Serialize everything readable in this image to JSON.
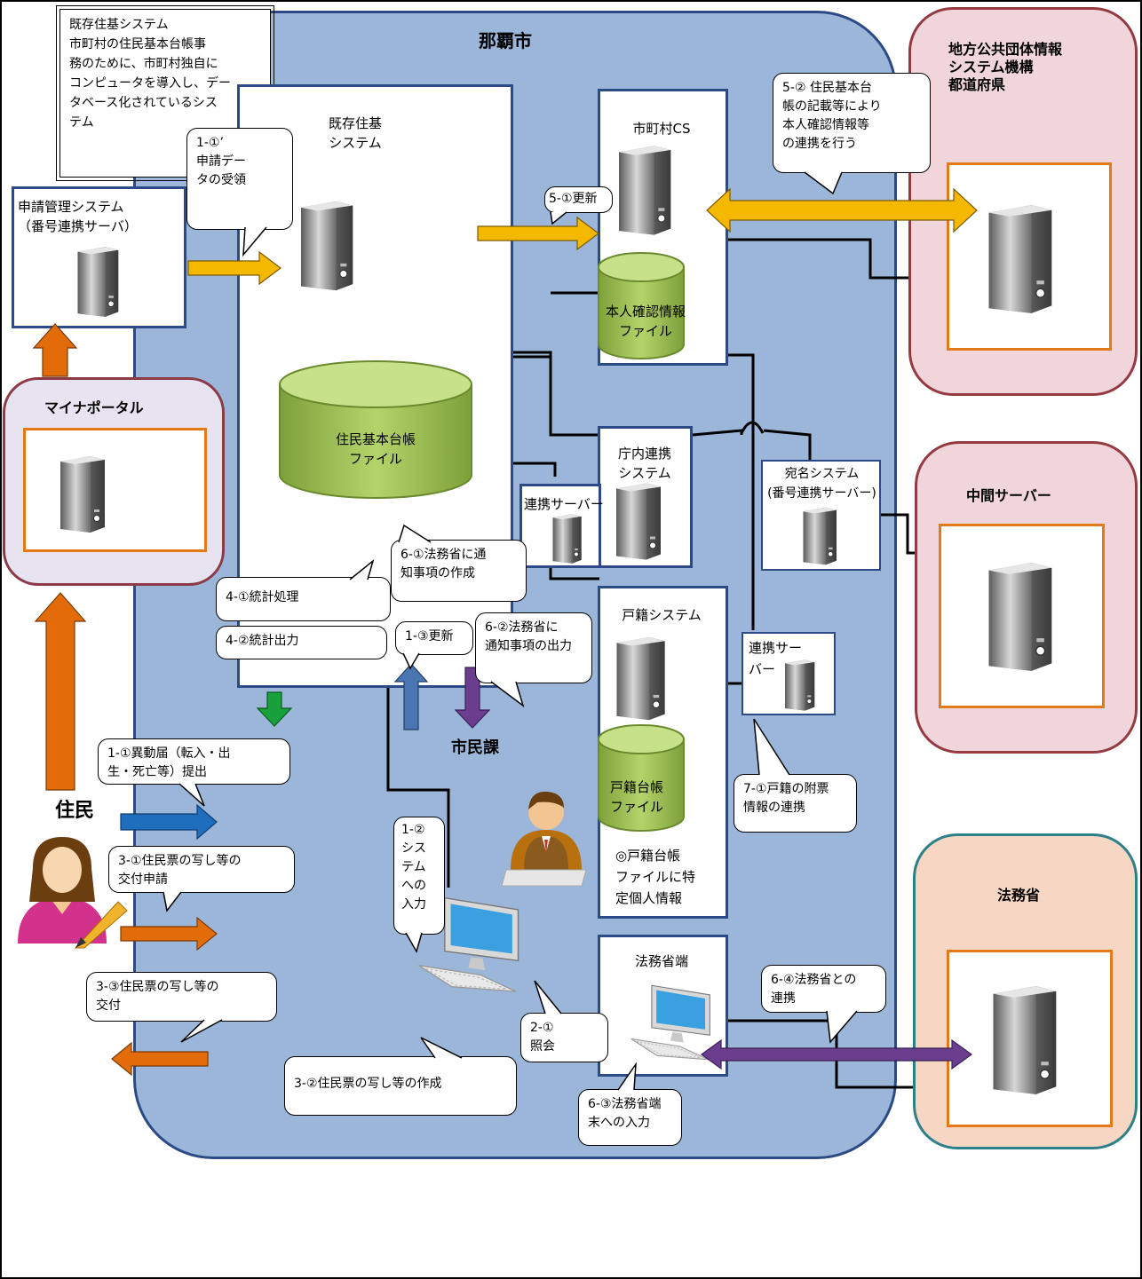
{
  "city_title": "那覇市",
  "existing_system_note": [
    "既存住基システム",
    "市町村の住民基本台帳事",
    "務のために、市町村独自に",
    "コンピュータを導入し、デー",
    "タベース化されているシス",
    "テム"
  ],
  "existing_system_box": [
    "既存住基",
    "システム"
  ],
  "jumin_file": [
    "住民基本台帳",
    "ファイル"
  ],
  "app_mgmt": [
    "申請管理システム",
    "（番号連携サーバ）"
  ],
  "mynaportal": "マイナポータル",
  "cs": "市町村CS",
  "identity_file": [
    "本人確認情報",
    "ファイル"
  ],
  "chonai": [
    "庁内連携",
    "システム"
  ],
  "renkei_server_1": "連携サーバー",
  "atena": [
    "宛名システム",
    "(番号連携サーバー)"
  ],
  "koseki_system": "戸籍システム",
  "koseki_file": [
    "戸籍台帳",
    "ファイル"
  ],
  "koseki_note": [
    "◎戸籍台帳",
    "ファイルに特",
    "定個人情報"
  ],
  "renkei_server_2": [
    "連携サー",
    "バー"
  ],
  "homusho_terminal": "法務省端",
  "shiminka": "市民課",
  "jumin": "住民",
  "ext_jlis": [
    "地方公共団体情報",
    "システム機構",
    "都道府県"
  ],
  "ext_chukan": "中間サーバー",
  "ext_homusho": "法務省",
  "callouts": {
    "c1_1p": [
      "1-①’",
      "申請デー",
      "タの受領"
    ],
    "c5_2": [
      "5-②  住民基本台",
      "帳の記載等により",
      "本人確認情報等",
      "の連携を行う"
    ],
    "c5_1": "5-①更新",
    "c6_1": [
      "6-①法務省に通",
      "知事項の作成"
    ],
    "c4_1": "4-①統計処理",
    "c4_2": "4-②統計出力",
    "c1_3": "1-③更新",
    "c6_2": [
      "6-②法務省に",
      "通知事項の出力"
    ],
    "c1_1": [
      "1-①異動届（転入・出",
      "生・死亡等）提出"
    ],
    "c3_1": [
      "3-①住民票の写し等の",
      "交付申請"
    ],
    "c1_2": [
      "1-②",
      "シス",
      "テム",
      "への",
      "入力"
    ],
    "c7_1": [
      "7-①戸籍の附票",
      "情報の連携"
    ],
    "c3_3": [
      "3-③住民票の写し等の",
      "交付"
    ],
    "c2_1": [
      "2-①",
      "照会"
    ],
    "c3_2": "3-②住民票の写し等の作成",
    "c6_3": [
      "6-③法務省端",
      "末への入力"
    ],
    "c6_4": [
      "6-④法務省との",
      "連携"
    ]
  },
  "colors": {
    "yellow_arrow": "#f5b800",
    "orange_arrow": "#e36c0a",
    "blue_arrow": "#1f6ebd",
    "purple_arrow": "#6a3d8f",
    "green_arrow": "#17a03b",
    "city_fill": "#9bb6d9"
  }
}
